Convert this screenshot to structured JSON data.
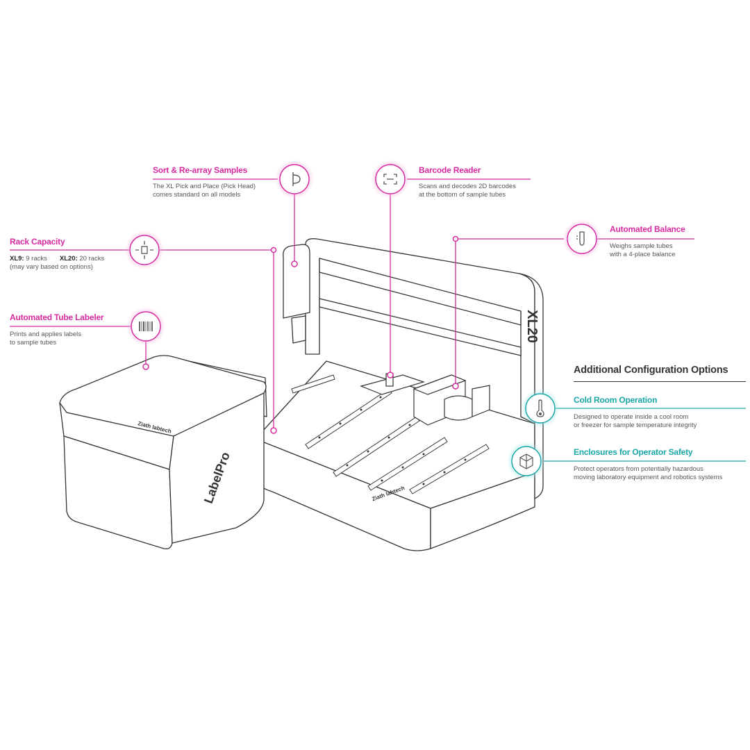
{
  "callouts": {
    "sort": {
      "title": "Sort & Re-array Samples",
      "lines": [
        "The XL Pick and Place (Pick Head)",
        "comes standard on all models"
      ],
      "icon": "pick-head-icon"
    },
    "barcode": {
      "title": "Barcode Reader",
      "lines": [
        "Scans and decodes 2D barcodes",
        "at the bottom of sample tubes"
      ],
      "icon": "barcode-scan-icon"
    },
    "rack": {
      "title": "Rack Capacity",
      "xl9_label": "XL9:",
      "xl9_value": " 9 racks",
      "xl20_label": "XL20:",
      "xl20_value": " 20 racks",
      "note": "(may vary based on options)",
      "icon": "rack-move-icon"
    },
    "balance": {
      "title": "Automated Balance",
      "lines": [
        "Weighs sample tubes",
        "with a 4-place balance"
      ],
      "icon": "balance-tube-icon"
    },
    "labeler": {
      "title": "Automated Tube Labeler",
      "lines": [
        "Prints and applies labels",
        "to sample tubes"
      ],
      "icon": "barcode-label-icon"
    }
  },
  "additional": {
    "heading": "Additional Configuration Options",
    "cold": {
      "title": "Cold Room Operation",
      "lines": [
        "Designed to operate inside a cool room",
        "or freezer for sample temperature integrity"
      ],
      "icon": "thermometer-icon"
    },
    "enclosure": {
      "title": "Enclosures for Operator Safety",
      "lines": [
        "Protect operators from potentially hazardous",
        "moving laboratory equipment and robotics systems"
      ],
      "icon": "enclosure-cube-icon"
    }
  },
  "machine": {
    "model_label": "XL20",
    "labeler_label": "LabelPro",
    "brand": "Ziath labtech"
  },
  "colors": {
    "accent_pink": "#d62aa0",
    "accent_teal": "#1aa6a6",
    "outline": "#333333"
  }
}
